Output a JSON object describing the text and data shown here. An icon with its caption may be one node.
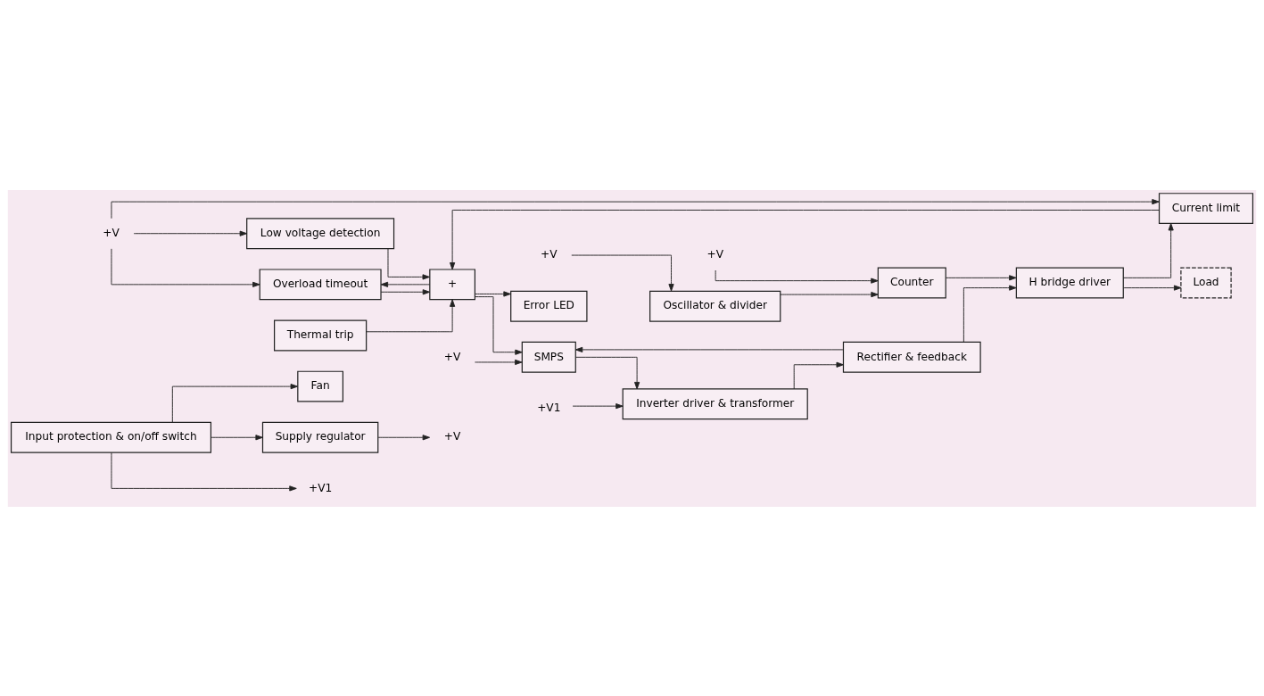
{
  "diagram": {
    "nodes": [
      {
        "text": [
          "Fan"
        ]
      },
      {
        "text": [
          "Input protection & on/off switch"
        ]
      },
      {
        "text": [
          "Supply regulator"
        ]
      },
      {
        "text": [
          "+V"
        ]
      },
      {
        "text": [
          "+V1"
        ]
      },
      {
        "text": [
          "+V"
        ]
      },
      {
        "text": [
          "Overload timeout"
        ]
      },
      {
        "text": [
          "Low voltage detection"
        ]
      },
      {
        "text": [
          "+"
        ]
      },
      {
        "text": [
          "Thermal trip"
        ]
      },
      {
        "text": [
          "Error LED"
        ]
      },
      {
        "text": [
          "Current limit"
        ]
      },
      {
        "text": [
          "+V"
        ]
      },
      {
        "text": [
          "+V1"
        ]
      },
      {
        "text": [
          "SMPS"
        ]
      },
      {
        "text": [
          "Inverter driver & transformer"
        ]
      },
      {
        "text": [
          "Rectifier & feedback"
        ]
      },
      {
        "text": [
          "+V"
        ]
      },
      {
        "text": [
          "+V"
        ]
      },
      {
        "text": [
          "Oscillator & divider"
        ]
      },
      {
        "text": [
          "Counter"
        ]
      },
      {
        "text": [
          "H bridge driver"
        ]
      },
      {
        "text": [
          "Load"
        ]
      }
    ],
    "edges": [
      {
        "from": 1,
        "to": 0,
        "arrow": "to"
      },
      {
        "from": 1,
        "to": 4,
        "arrow": "to"
      },
      {
        "from": 1,
        "to": 2,
        "arrow": "to"
      },
      {
        "from": 2,
        "to": 3,
        "arrow": "to"
      },
      {
        "from": 5,
        "to": 6,
        "arrow": "to"
      },
      {
        "from": 5,
        "to": 7,
        "arrow": "to"
      },
      {
        "from": 5,
        "to": 11,
        "arrow": "to"
      },
      {
        "from": 8,
        "to": 6,
        "arrow": "to"
      },
      {
        "from": 8,
        "to": 10,
        "arrow": "to"
      },
      {
        "from": 8,
        "to": 14,
        "arrow": "to"
      },
      {
        "from": 6,
        "to": 8,
        "arrow": "to"
      },
      {
        "from": 7,
        "to": 8,
        "arrow": "to"
      },
      {
        "from": 9,
        "to": 8,
        "arrow": "to"
      },
      {
        "from": 11,
        "to": 8,
        "arrow": "to"
      },
      {
        "from": 12,
        "to": 14,
        "arrow": "to"
      },
      {
        "from": 13,
        "to": 15,
        "arrow": "to"
      },
      {
        "from": 14,
        "to": 15,
        "arrow": "to"
      },
      {
        "from": 15,
        "to": 16,
        "arrow": "to"
      },
      {
        "from": 16,
        "to": 14,
        "arrow": "to"
      },
      {
        "from": 16,
        "to": 21,
        "arrow": "to"
      },
      {
        "from": 21,
        "to": 11,
        "arrow": "to"
      },
      {
        "from": 17,
        "to": 19,
        "arrow": "to"
      },
      {
        "from": 18,
        "to": 20,
        "arrow": "to"
      },
      {
        "from": 19,
        "to": 20,
        "arrow": "to"
      },
      {
        "from": 20,
        "to": 21,
        "arrow": "to"
      },
      {
        "from": 21,
        "to": 22,
        "arrow": "to"
      }
    ]
  }
}
